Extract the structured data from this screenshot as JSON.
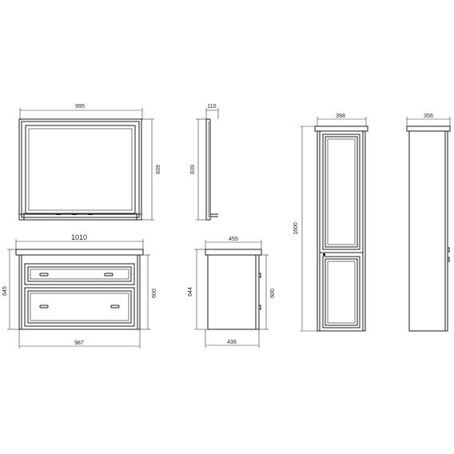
{
  "mirror_front": {
    "width": "995",
    "height": "839"
  },
  "mirror_side": {
    "depth": "110",
    "height": "839"
  },
  "vanity_front": {
    "width_top": "1010",
    "width_bottom": "987",
    "height_outer": "645",
    "height_inner": "600"
  },
  "vanity_side": {
    "depth_top": "455",
    "depth_bottom": "436",
    "height_outer": "644",
    "height_inner": "600"
  },
  "tall_cabinet_front": {
    "width": "398",
    "height": "1600"
  },
  "tall_cabinet_side": {
    "depth": "356"
  }
}
